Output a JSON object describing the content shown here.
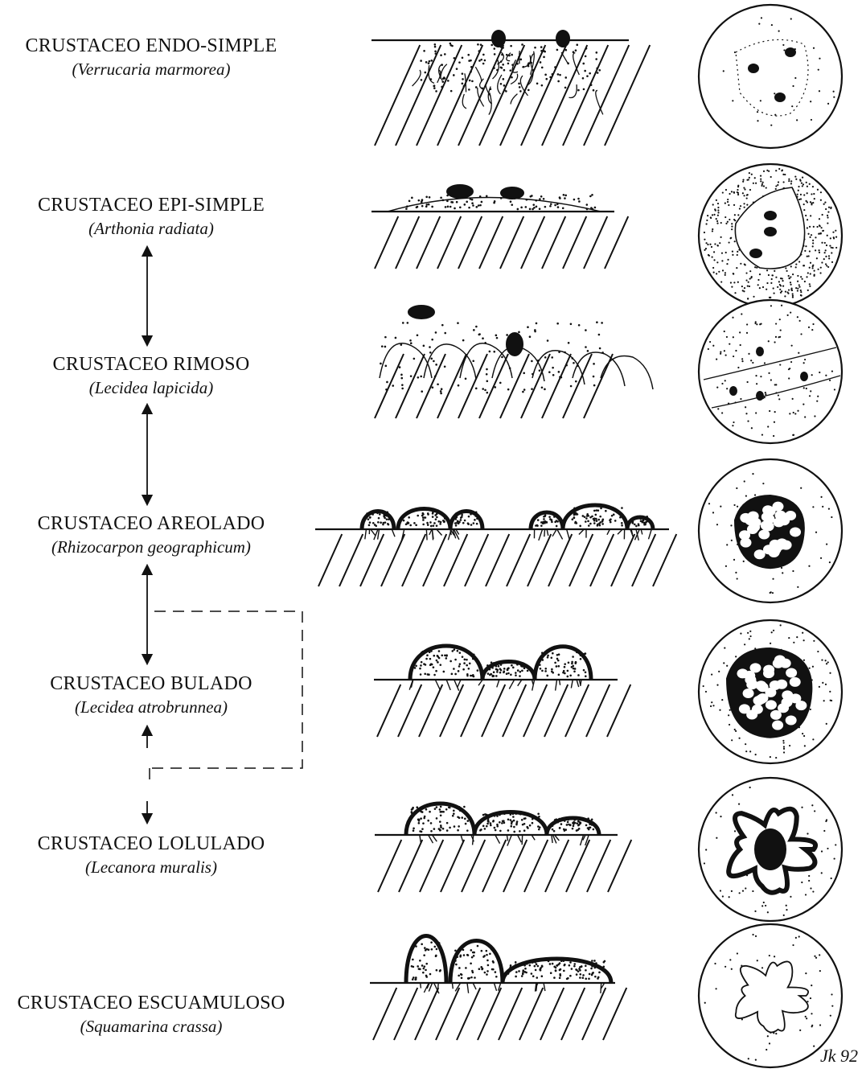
{
  "forms": [
    {
      "title": "CRUSTACEO ENDO-SIMPLE",
      "species": "(Verrucaria marmorea)"
    },
    {
      "title": "CRUSTACEO EPI-SIMPLE",
      "species": "(Arthonia radiata)"
    },
    {
      "title": "CRUSTACEO RIMOSO",
      "species": "(Lecidea lapicida)"
    },
    {
      "title": "CRUSTACEO AREOLADO",
      "species": "(Rhizocarpon geographicum)"
    },
    {
      "title": "CRUSTACEO BULADO",
      "species": "(Lecidea atrobrunnea)"
    },
    {
      "title": "CRUSTACEO LOLULADO",
      "species": "(Lecanora muralis)"
    },
    {
      "title": "CRUSTACEO ESCUAMULOSO",
      "species": "(Squamarina crassa)"
    }
  ],
  "signature": "Jk 92",
  "colors": {
    "ink": "#111111",
    "paper": "#ffffff"
  }
}
